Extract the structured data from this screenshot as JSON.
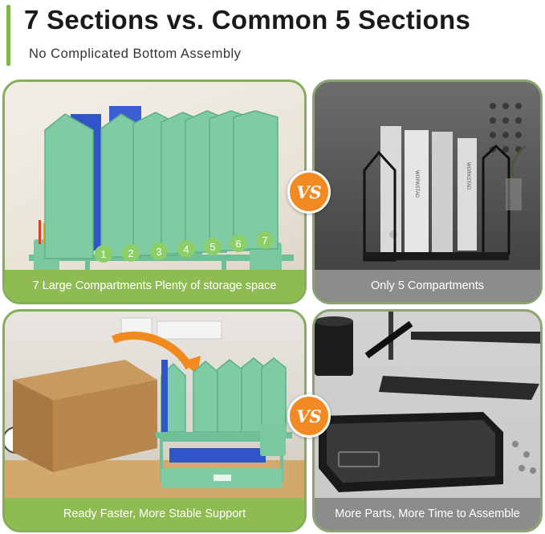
{
  "header": {
    "title": "7 Sections vs. Common 5 Sections",
    "subtitle": "No Complicated Bottom Assembly"
  },
  "panels": {
    "top_left": {
      "caption": "7 Large Compartments Plenty of storage space",
      "compartment_numbers": [
        "1",
        "2",
        "3",
        "4",
        "5",
        "6",
        "7"
      ]
    },
    "top_right": {
      "caption": "Only 5 Compartments",
      "book_labels": [
        "WORKSTAD",
        "WORKSTAD"
      ]
    },
    "bottom_left": {
      "caption": "Ready Faster, More Stable Support"
    },
    "bottom_right": {
      "caption": "More Parts, More Time to Assemble"
    }
  },
  "badges": {
    "vs_top": "VS",
    "vs_bottom": "VS"
  },
  "colors": {
    "accent_green": "#8fbc52",
    "organizer_mint": "#7fcca4",
    "vs_orange": "#f18a22",
    "caption_gray": "#8c8c8c"
  }
}
